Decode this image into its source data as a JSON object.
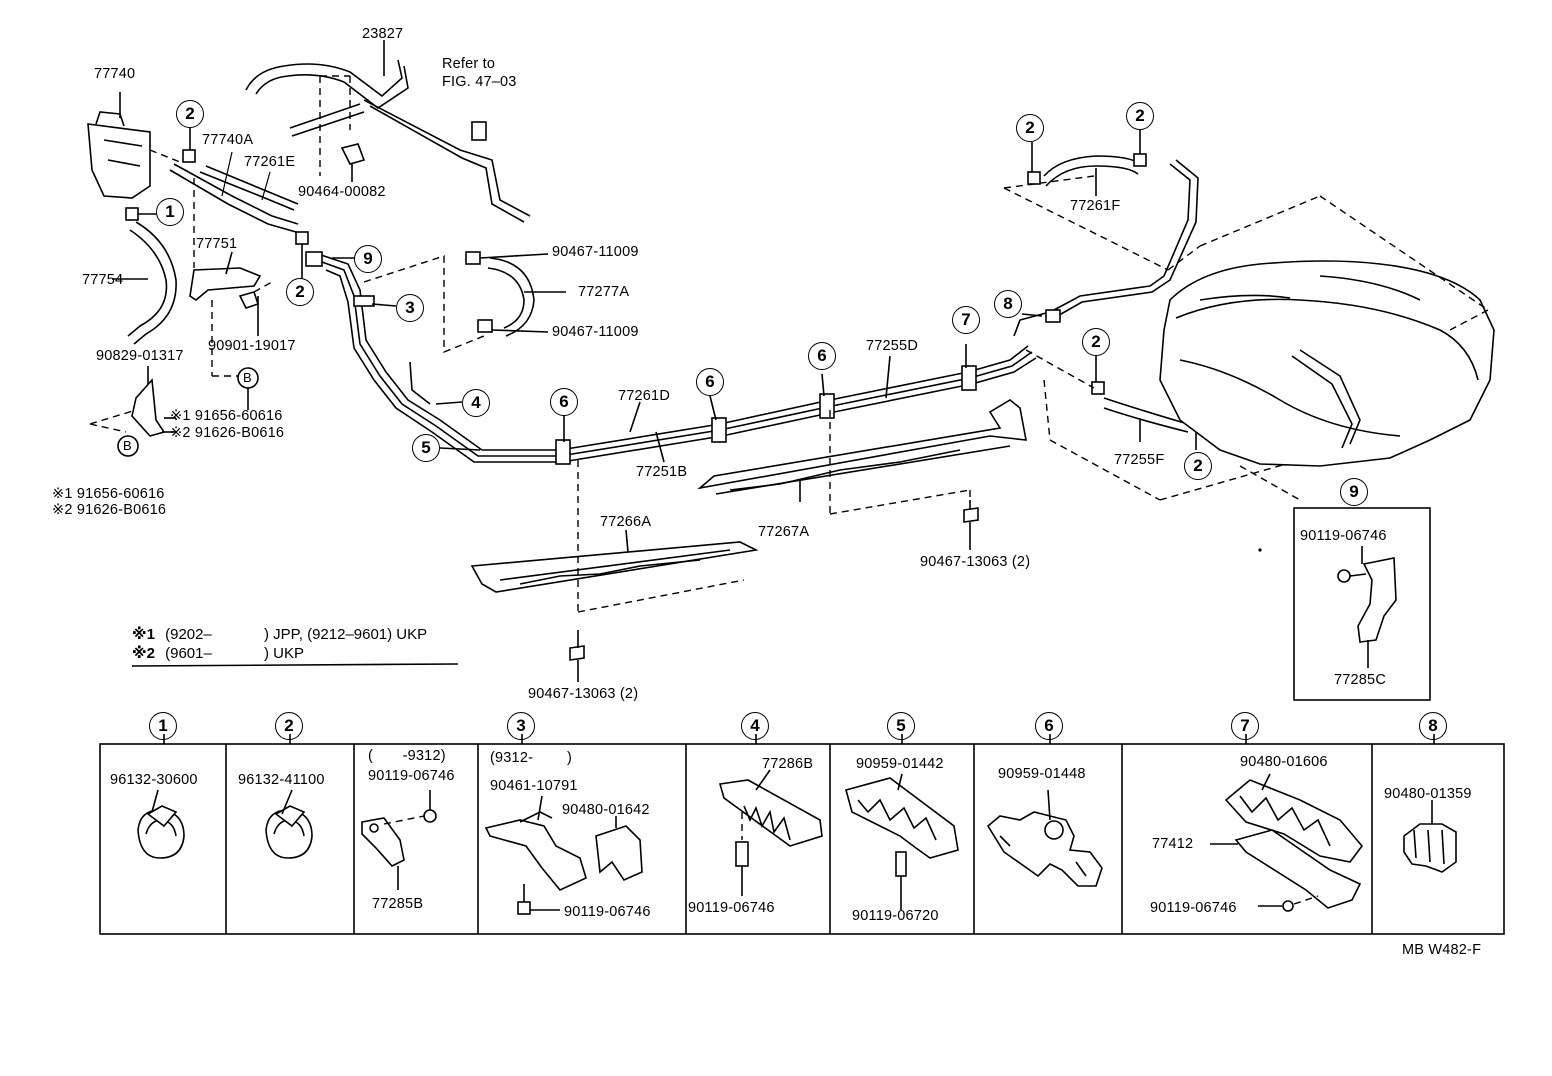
{
  "parts": {
    "p23827": "23827",
    "refer_to": "Refer to",
    "fig_ref": "FIG. 47–03",
    "p77740": "77740",
    "p77740A": "77740A",
    "p77261E": "77261E",
    "p90464": "90464-00082",
    "p77751": "77751",
    "p77754": "77754",
    "p90901": "90901-19017",
    "p90829": "90829-01317",
    "p91656_a": "※1 91656-60616",
    "p91626_a": "※2 91626-B0616",
    "p91656_b": "※1 91656-60616",
    "p91626_b": "※2 91626-B0616",
    "p90467_top": "90467-11009",
    "p77277A": "77277A",
    "p90467_bot": "90467-11009",
    "p77261F": "77261F",
    "p77255D": "77255D",
    "p77261D": "77261D",
    "p77251B": "77251B",
    "p77266A": "77266A",
    "p77267A": "77267A",
    "p90467_13063_r": "90467-13063 (2)",
    "p90467_13063_l": "90467-13063 (2)",
    "p77255F": "77255F",
    "p90119_inset": "90119-06746",
    "p77285C": "77285C",
    "B_label_1": "B",
    "B_label_2": "B"
  },
  "callouts": {
    "c1": "1",
    "c2": "2",
    "c3": "3",
    "c4": "4",
    "c5": "5",
    "c6": "6",
    "c7": "7",
    "c8": "8",
    "c9": "9"
  },
  "legend": {
    "line1_mark": "※1",
    "line1_a": "(9202–",
    "line1_b": ") JPP, (9212–9601) UKP",
    "line2_mark": "※2",
    "line2_a": "(9601–",
    "line2_b": ") UKP"
  },
  "table": {
    "cells": [
      {
        "num": "1",
        "parts": [
          "96132-30600"
        ]
      },
      {
        "num": "2",
        "parts": [
          "96132-41100"
        ]
      },
      {
        "num": "3",
        "range": "(       -9312)",
        "parts": [
          "90119-06746",
          "77285B"
        ]
      },
      {
        "range": "(9312-        )",
        "parts": [
          "90461-10791",
          "90480-01642",
          "90119-06746"
        ]
      },
      {
        "num": "4",
        "parts": [
          "77286B",
          "90119-06746"
        ]
      },
      {
        "num": "5",
        "parts": [
          "90959-01442",
          "90119-06720"
        ]
      },
      {
        "num": "6",
        "parts": [
          "90959-01448"
        ]
      },
      {
        "num": "7",
        "parts": [
          "90480-01606",
          "77412",
          "90119-06746"
        ]
      },
      {
        "num": "8",
        "parts": [
          "90480-01359"
        ]
      }
    ]
  },
  "footer_code": "MB W482-F"
}
